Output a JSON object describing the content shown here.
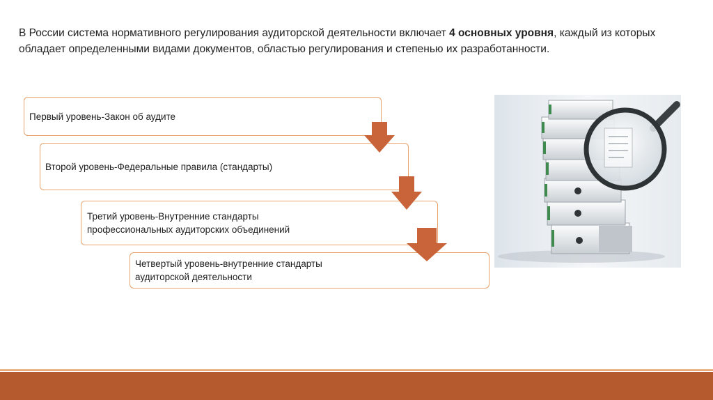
{
  "intro": {
    "part1": "В России система нормативного регулирования аудиторской деятельности включает ",
    "bold": "4 основных уровня",
    "part2": ", каждый из которых обладает определенными видами документов, областью регулирования и степенью их разработанности."
  },
  "levels": [
    {
      "lines": [
        "Первый уровень-Закон об аудите"
      ]
    },
    {
      "lines": [
        "Второй уровень-Федеральные правила (стандарты)"
      ]
    },
    {
      "lines": [
        "Третий уровень-Внутренние стандарты",
        "профессиональных аудиторских объединений"
      ]
    },
    {
      "lines": [
        "Четвертый уровень-внутренние стандарты",
        "аудиторской деятельности"
      ]
    }
  ],
  "colors": {
    "box_border": "#e8a26a",
    "arrow": "#c9643a",
    "footer": "#b55a2e",
    "footer_line": "#e39a5c",
    "binder_tab": "#3f8a4e"
  },
  "image": {
    "icon": "binders-magnifier-photo"
  }
}
